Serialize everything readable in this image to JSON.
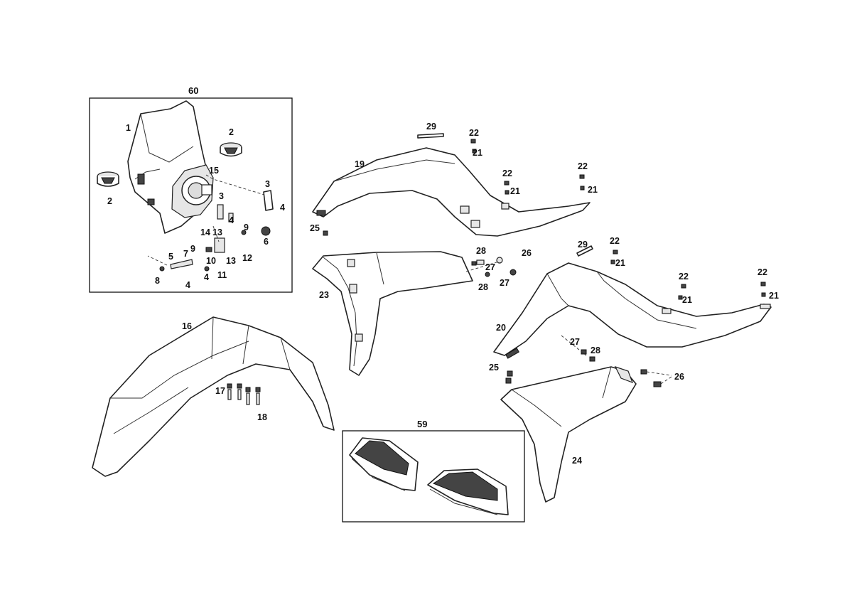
{
  "groups": {
    "headlight_group": "60",
    "handguard_group": "59"
  },
  "callouts": {
    "headlight": {
      "c1": "1",
      "c2a": "2",
      "c2b": "2",
      "c15": "15",
      "c3a": "3",
      "c4a": "4",
      "c3b": "3",
      "c4b": "4",
      "c14": "14",
      "c13a": "13",
      "c9a": "9",
      "c6": "6",
      "c9b": "9",
      "c7": "7",
      "c5": "5",
      "c10": "10",
      "c13b": "13",
      "c12": "12",
      "c11": "11",
      "c8": "8",
      "c4c": "4",
      "c4d": "4"
    },
    "fender": {
      "c16": "16",
      "c17": "17",
      "c18": "18"
    },
    "upper_left": {
      "c29": "29",
      "c19": "19",
      "c22a": "22",
      "c21a": "21",
      "c22b": "22",
      "c21b": "21",
      "c22c": "22",
      "c21c": "21",
      "c25": "25"
    },
    "scoop_left": {
      "c23": "23",
      "c28a": "28",
      "c26": "26",
      "c27": "27",
      "c28b": "28",
      "c27b": "27"
    },
    "upper_right": {
      "c29": "29",
      "c22a": "22",
      "c21a": "21",
      "c22b": "22",
      "c21b": "21",
      "c22c": "22",
      "c21c": "21",
      "c20": "20",
      "c27": "27",
      "c28": "28",
      "c25": "25"
    },
    "scoop_right": {
      "c26": "26",
      "c24": "24"
    }
  }
}
